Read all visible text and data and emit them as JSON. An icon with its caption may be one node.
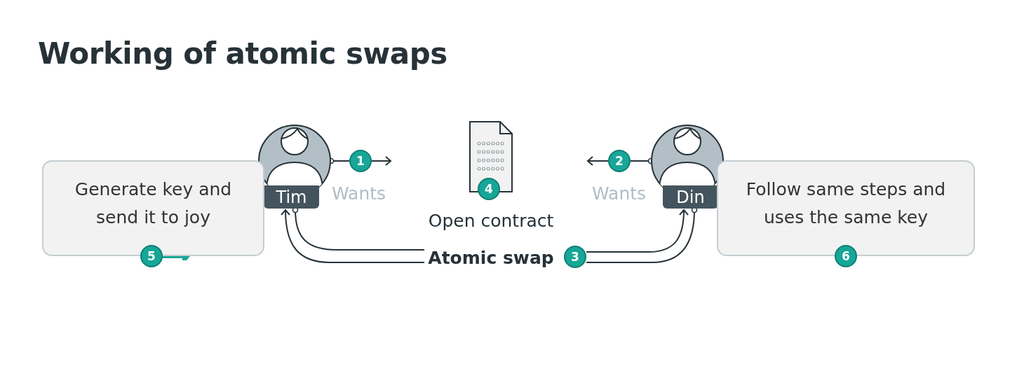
{
  "diagram": {
    "title": "Working of atomic swaps",
    "nodes": [
      {
        "text": [
          "Tim"
        ],
        "beside": [
          "Wants"
        ]
      },
      {
        "text": [
          "1"
        ]
      },
      {
        "text": [
          "Open contract"
        ]
      },
      {
        "text": [
          "4"
        ]
      },
      {
        "text": [
          "2"
        ]
      },
      {
        "text": [
          "Din"
        ],
        "beside": [
          "Wants"
        ]
      },
      {
        "text": [
          "Generate key and send it to joy"
        ]
      },
      {
        "text": [
          "Follow same steps and uses the same key"
        ]
      },
      {
        "text": [
          "Atomic swap"
        ]
      },
      {
        "text": [
          "3"
        ]
      },
      {
        "text": [
          "5"
        ]
      },
      {
        "text": [
          "6"
        ]
      }
    ],
    "edges": [
      {
        "from": 0,
        "to": 1,
        "arrow": "other"
      },
      {
        "from": 1,
        "to": null,
        "arrow": "to"
      },
      {
        "from": 5,
        "to": 4,
        "arrow": "other"
      },
      {
        "from": 4,
        "to": null,
        "arrow": "to"
      },
      {
        "from": 8,
        "to": 0,
        "arrow": "to"
      },
      {
        "from": 0,
        "to": 8,
        "arrow": "other"
      },
      {
        "from": 9,
        "to": 5,
        "arrow": "to"
      },
      {
        "from": 5,
        "to": 9,
        "arrow": "other"
      }
    ]
  }
}
